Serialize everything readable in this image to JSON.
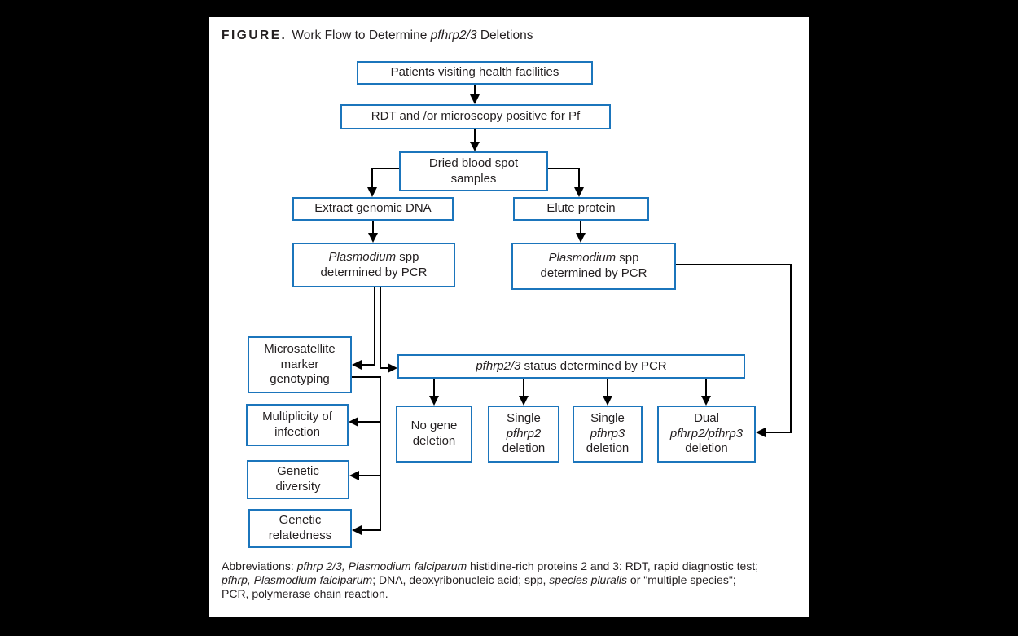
{
  "figure": {
    "label": "FIGURE.",
    "title_prefix": "Work Flow to Determine ",
    "title_italic": "pfhrp2/3",
    "title_suffix": " Deletions"
  },
  "colors": {
    "box_border": "#1b75bc",
    "connector": "#000000",
    "text": "#231f20",
    "frame": "#000000",
    "panel_background": "#ffffff"
  },
  "nodes": {
    "patients": {
      "label": "Patients visiting health facilities"
    },
    "rdt": {
      "label": "RDT and /or microscopy positive for Pf"
    },
    "dried": {
      "line1": "Dried blood spot",
      "line2": "samples"
    },
    "extract": {
      "label": "Extract genomic DNA"
    },
    "elute": {
      "label": "Elute protein"
    },
    "plasmodium_dna": {
      "italic": "Plasmodium",
      "rest": " spp",
      "line2": "determined by PCR"
    },
    "plasmodium_protein": {
      "italic": "Plasmodium",
      "rest": " spp",
      "line2": "determined by PCR"
    },
    "microsatellite": {
      "line1": "Microsatellite",
      "line2": "marker",
      "line3": "genotyping"
    },
    "status": {
      "italic": "pfhrp2/3",
      "rest": " status determined by PCR"
    },
    "multiplicity": {
      "line1": "Multiplicity of",
      "line2": "infection"
    },
    "diversity": {
      "line1": "Genetic",
      "line2": "diversity"
    },
    "relatedness": {
      "line1": "Genetic",
      "line2": "relatedness"
    },
    "no_gene": {
      "line1": "No gene",
      "line2": "deletion"
    },
    "single_pfhrp2": {
      "line1": "Single",
      "line2_italic": "pfhrp2",
      "line3": "deletion"
    },
    "single_pfhrp3": {
      "line1": "Single",
      "line2_italic": "pfhrp3",
      "line3": "deletion"
    },
    "dual": {
      "line1": "Dual",
      "line2_italic": "pfhrp2/pfhrp3",
      "line3": "deletion"
    }
  },
  "footnote": {
    "l1a": "Abbreviations: ",
    "l1b": "pfhrp 2/3, Plasmodium falciparum",
    "l1c": " histidine-rich proteins 2 and 3: RDT, rapid diagnostic test;",
    "l2a": "pfhrp, Plasmodium falciparum",
    "l2b": "; DNA, deoxyribonucleic acid; spp, ",
    "l2c": "species pluralis",
    "l2d": " or \"multiple species\";",
    "l3": "PCR, polymerase chain reaction."
  }
}
